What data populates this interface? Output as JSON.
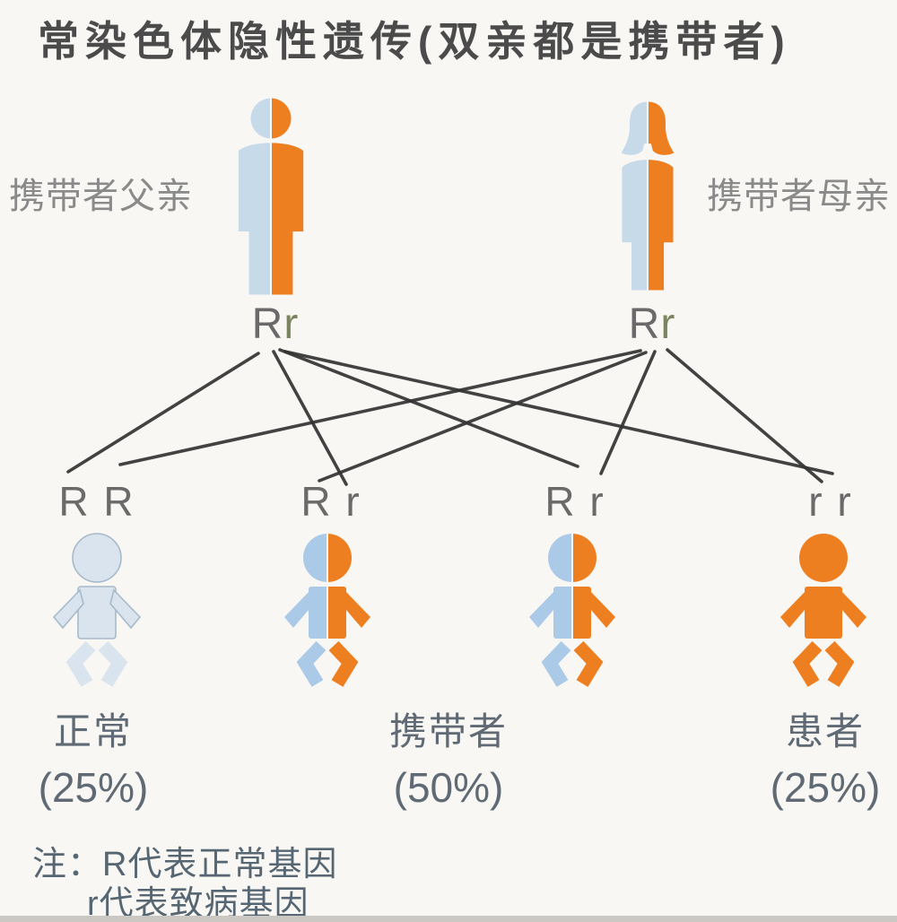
{
  "title": "常染色体隐性遗传(双亲都是携带者)",
  "parents": {
    "father": {
      "label": "携带者父亲",
      "genotype": "Rr",
      "allele_R": "R",
      "allele_r": "r"
    },
    "mother": {
      "label": "携带者母亲",
      "genotype": "Rr",
      "allele_R": "R",
      "allele_r": "r"
    }
  },
  "children": [
    {
      "genotype": "R R",
      "status": "normal",
      "color_pattern": "all-pale-blue"
    },
    {
      "genotype": "R r",
      "status": "carrier",
      "color_pattern": "half-blue-half-orange"
    },
    {
      "genotype": "R r",
      "status": "carrier",
      "color_pattern": "half-blue-half-orange"
    },
    {
      "genotype": "r r",
      "status": "affected",
      "color_pattern": "all-orange"
    }
  ],
  "outcomes": [
    {
      "label": "正常",
      "percent": "(25%)"
    },
    {
      "label": "携带者",
      "percent": "(50%)"
    },
    {
      "label": "患者",
      "percent": "(25%)"
    }
  ],
  "note": {
    "line1": "注：R代表正常基因",
    "line2": "r代表致病基因"
  },
  "colors": {
    "orange": "#ed7f21",
    "light_blue": "#c6daea",
    "baby_blue": "#abcae7",
    "pale_blue": "#d9e4ef",
    "line": "#333333",
    "background": "#f8f7f4"
  }
}
